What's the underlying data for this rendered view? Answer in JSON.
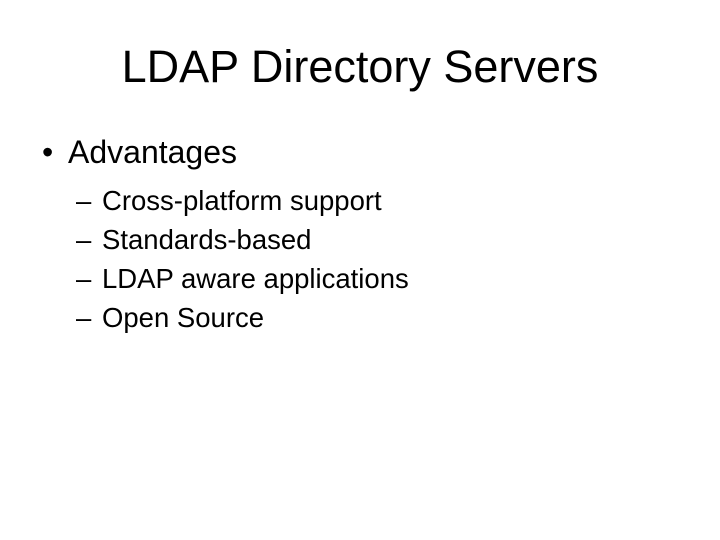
{
  "slide": {
    "title": "LDAP Directory Servers",
    "bullet_marker": "•",
    "bullet_label": "Advantages",
    "dash_marker": "–",
    "sub_bullets": [
      "Cross-platform support",
      "Standards-based",
      "LDAP aware applications",
      "Open Source"
    ],
    "background_color": "#ffffff",
    "text_color": "#000000"
  }
}
